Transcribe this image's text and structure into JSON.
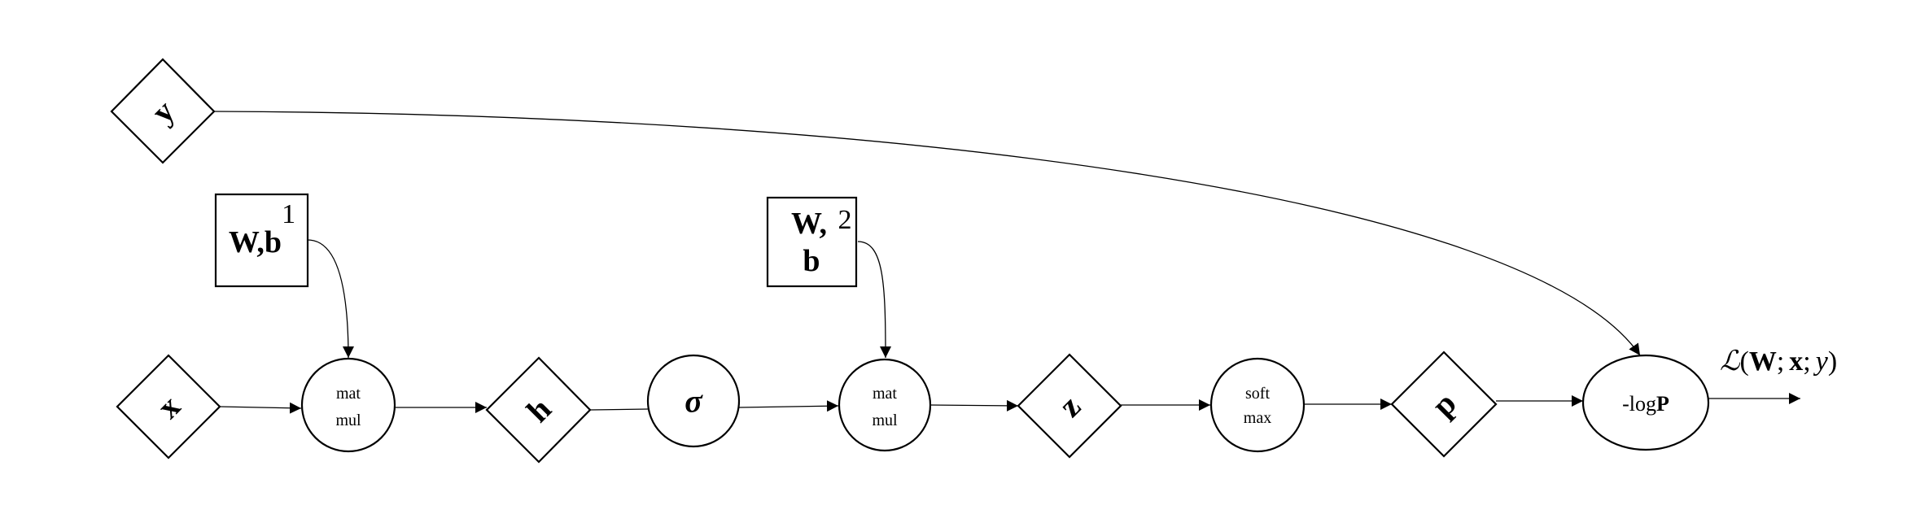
{
  "nodes": {
    "y": {
      "label": "y"
    },
    "x": {
      "label": "x"
    },
    "h": {
      "label": "h"
    },
    "z": {
      "label": "z"
    },
    "p": {
      "label": "p"
    },
    "param1": {
      "label": "W,b",
      "superscript": "1"
    },
    "param2": {
      "line1": "W,",
      "line2": "b",
      "superscript": "2"
    },
    "matmul1": {
      "line1": "mat",
      "line2": "mul"
    },
    "sigma": {
      "label": "σ"
    },
    "matmul2": {
      "line1": "mat",
      "line2": "mul"
    },
    "softmax": {
      "line1": "soft",
      "line2": "max"
    },
    "neglog": {
      "prefix": "-log",
      "bold": "P"
    }
  },
  "output": {
    "script_l": "ℒ",
    "open": "(",
    "w": "W",
    "sep1": ";",
    "x": "x",
    "sep2": ";",
    "y": "y",
    "close": ")"
  }
}
